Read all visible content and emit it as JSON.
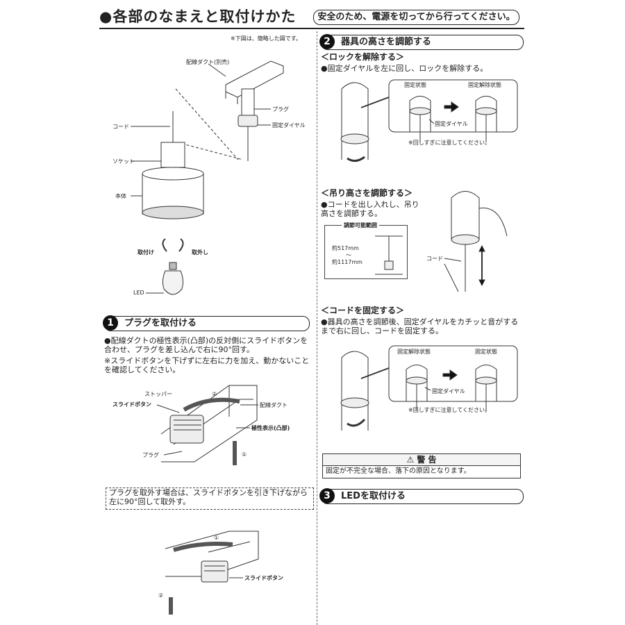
{
  "header": {
    "title": "●各部のなまえと取付けかた",
    "safety": "安全のため、電源を切ってから行ってください。"
  },
  "note_top": "※下図は、簡略した図です。",
  "diagram_main": {
    "duct": "配線ダクト(別売)",
    "plug": "プラグ",
    "dial": "固定ダイヤル",
    "cord": "コード",
    "socket": "ソケット",
    "body": "本体",
    "attach": "取付け",
    "detach": "取外し",
    "led": "LED"
  },
  "section1": {
    "num": "1",
    "title": "プラグを取付ける",
    "text1": "●配線ダクトの極性表示(凸部)の反対側にスライドボタンを合わせ、プラグを差し込んで右に90°回す。",
    "text2": "※スライドボタンを下げずに左右に力を加え、動かないことを確認してください。",
    "labels": {
      "stopper": "ストッパー",
      "slide": "スライドボタン",
      "duct": "配線ダクト",
      "polarity": "極性表示(凸部)",
      "plug": "プラグ",
      "step1": "①",
      "step2": "②"
    },
    "remove_note": "プラグを取外す場合は、スライドボタンを引き下げながら左に90°回して取外す。",
    "remove_labels": {
      "step1": "①",
      "step2": "②",
      "slide": "スライドボタン"
    }
  },
  "section2": {
    "num": "2",
    "title": "器具の高さを調節する",
    "unlock": {
      "title": "＜ロックを解除する＞",
      "text": "●固定ダイヤルを左に回し、ロックを解除する。",
      "locked": "固定状態",
      "unlocked": "固定解除状態",
      "dial": "固定ダイヤル",
      "caution": "※回しすぎに注意してください。"
    },
    "height": {
      "title": "＜吊り高さを調節する＞",
      "text": "●コードを出し入れし、吊り高さを調節する。",
      "range_title": "調節可能範囲",
      "min": "約517mm",
      "tilde": "〜",
      "max": "約1117mm",
      "cord": "コード"
    },
    "fix": {
      "title": "＜コードを固定する＞",
      "text": "●器具の高さを調節後、固定ダイヤルをカチッと音がするまで右に回し、コードを固定する。",
      "unlocked": "固定解除状態",
      "locked": "固定状態",
      "dial": "固定ダイヤル",
      "caution": "※回しすぎに注意してください。"
    }
  },
  "warning": {
    "title": "⚠ 警 告",
    "text": "固定が不完全な場合、落下の原因となります。"
  },
  "section3": {
    "num": "3",
    "title": "LEDを取付ける"
  }
}
